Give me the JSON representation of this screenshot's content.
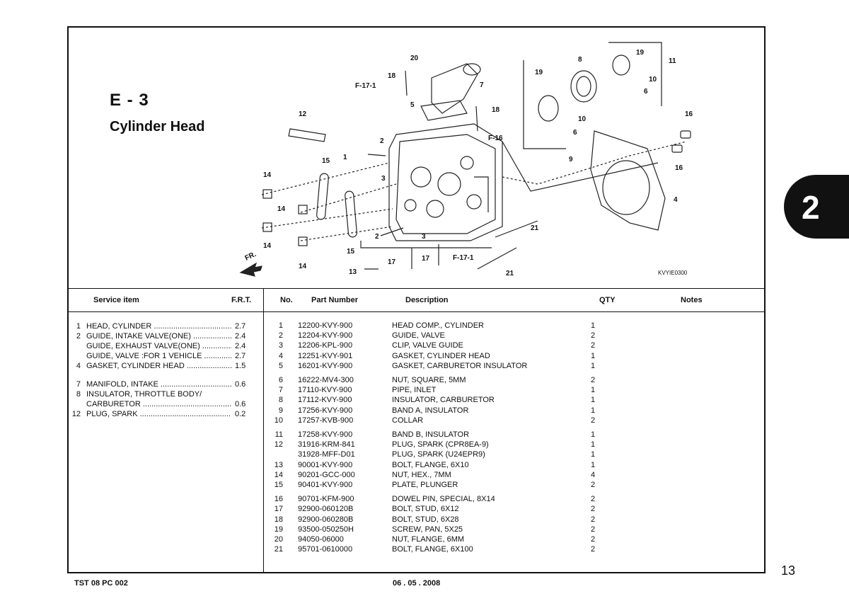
{
  "header": {
    "section_code": "E - 3",
    "section_title": "Cylinder Head"
  },
  "diagram": {
    "callouts": [
      "20",
      "18",
      "7",
      "5",
      "18",
      "12",
      "2",
      "1",
      "3",
      "15",
      "14",
      "14",
      "14",
      "15",
      "2",
      "3",
      "17",
      "17",
      "13",
      "14",
      "19",
      "8",
      "19",
      "10",
      "6",
      "10",
      "6",
      "9",
      "11",
      "16",
      "16",
      "4",
      "21",
      "21"
    ],
    "refs": [
      "F-17-1",
      "F-16",
      "F-17-1"
    ],
    "direction_label": "FR.",
    "figure_code": "KVYIE0300"
  },
  "table": {
    "headers": {
      "service_item": "Service item",
      "frt": "F.R.T.",
      "no": "No.",
      "part_number": "Part Number",
      "description": "Description",
      "qty": "QTY",
      "notes": "Notes"
    },
    "service_items": [
      {
        "no": "1",
        "name": "HEAD, CYLINDER",
        "frt": "2.7"
      },
      {
        "no": "2",
        "name": "GUIDE, INTAKE VALVE(ONE)",
        "frt": "2.4"
      },
      {
        "no": "",
        "name": "GUIDE, EXHAUST VALVE(ONE)",
        "frt": "2.4"
      },
      {
        "no": "",
        "name": "GUIDE, VALVE :FOR 1 VEHICLE",
        "frt": "2.7"
      },
      {
        "no": "4",
        "name": "GASKET, CYLINDER HEAD",
        "frt": "1.5"
      },
      {
        "no": "7",
        "name": "MANIFOLD, INTAKE",
        "frt": "0.6"
      },
      {
        "no": "8",
        "name": "INSULATOR, THROTTLE BODY/",
        "frt": ""
      },
      {
        "no": "",
        "name": "CARBURETOR",
        "frt": "0.6"
      },
      {
        "no": "12",
        "name": "PLUG, SPARK",
        "frt": "0.2"
      }
    ],
    "parts": [
      {
        "no": "1",
        "pn": "12200-KVY-900",
        "desc": "HEAD COMP., CYLINDER",
        "qty": "1"
      },
      {
        "no": "2",
        "pn": "12204-KVY-900",
        "desc": "GUIDE, VALVE",
        "qty": "2"
      },
      {
        "no": "3",
        "pn": "12206-KPL-900",
        "desc": "CLIP, VALVE GUIDE",
        "qty": "2"
      },
      {
        "no": "4",
        "pn": "12251-KVY-901",
        "desc": "GASKET, CYLINDER HEAD",
        "qty": "1"
      },
      {
        "no": "5",
        "pn": "16201-KVY-900",
        "desc": "GASKET, CARBURETOR INSULATOR",
        "qty": "1"
      },
      {
        "no": "6",
        "pn": "16222-MV4-300",
        "desc": "NUT, SQUARE, 5MM",
        "qty": "2"
      },
      {
        "no": "7",
        "pn": "17110-KVY-900",
        "desc": "PIPE, INLET",
        "qty": "1"
      },
      {
        "no": "8",
        "pn": "17112-KVY-900",
        "desc": "INSULATOR, CARBURETOR",
        "qty": "1"
      },
      {
        "no": "9",
        "pn": "17256-KVY-900",
        "desc": "BAND A, INSULATOR",
        "qty": "1"
      },
      {
        "no": "10",
        "pn": "17257-KVB-900",
        "desc": "COLLAR",
        "qty": "2"
      },
      {
        "no": "11",
        "pn": "17258-KVY-900",
        "desc": "BAND B, INSULATOR",
        "qty": "1"
      },
      {
        "no": "12",
        "pn": "31916-KRM-841",
        "desc": "PLUG, SPARK (CPR8EA-9)",
        "qty": "1"
      },
      {
        "no": "",
        "pn": "31928-MFF-D01",
        "desc": "PLUG, SPARK (U24EPR9)",
        "qty": "1"
      },
      {
        "no": "13",
        "pn": "90001-KVY-900",
        "desc": "BOLT, FLANGE, 6X10",
        "qty": "1"
      },
      {
        "no": "14",
        "pn": "90201-GCC-000",
        "desc": "NUT, HEX., 7MM",
        "qty": "4"
      },
      {
        "no": "15",
        "pn": "90401-KVY-900",
        "desc": "PLATE, PLUNGER",
        "qty": "2"
      },
      {
        "no": "16",
        "pn": "90701-KFM-900",
        "desc": "DOWEL PIN, SPECIAL, 8X14",
        "qty": "2"
      },
      {
        "no": "17",
        "pn": "92900-060120B",
        "desc": "BOLT, STUD, 6X12",
        "qty": "2"
      },
      {
        "no": "18",
        "pn": "92900-060280B",
        "desc": "BOLT, STUD, 6X28",
        "qty": "2"
      },
      {
        "no": "19",
        "pn": "93500-050250H",
        "desc": "SCREW, PAN, 5X25",
        "qty": "2"
      },
      {
        "no": "20",
        "pn": "94050-06000",
        "desc": "NUT, FLANGE, 6MM",
        "qty": "2"
      },
      {
        "no": "21",
        "pn": "95701-0610000",
        "desc": "BOLT, FLANGE, 6X100",
        "qty": "2"
      }
    ]
  },
  "chapter_tab": "2",
  "page_number": "13",
  "footer": {
    "doc_code": "TST 08 PC 002",
    "date": "06 . 05 . 2008"
  }
}
